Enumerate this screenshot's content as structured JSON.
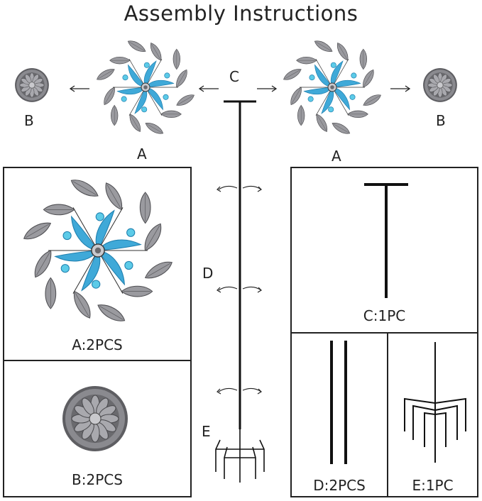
{
  "title": "Assembly Instructions",
  "diagram_labels": {
    "a_left": "A",
    "a_right": "A",
    "b_left": "B",
    "b_right": "B",
    "c": "C",
    "d": "D",
    "e": "E"
  },
  "parts": {
    "a": "A:2PCS",
    "b": "B:2PCS",
    "c": "C:1PC",
    "d": "D:2PCS",
    "e": "E:1PC"
  },
  "colors": {
    "petal_blue": "#3fa9d8",
    "leaf_silver": "#8e8e92",
    "pole": "#111111",
    "medallion": "#6f6f73"
  }
}
